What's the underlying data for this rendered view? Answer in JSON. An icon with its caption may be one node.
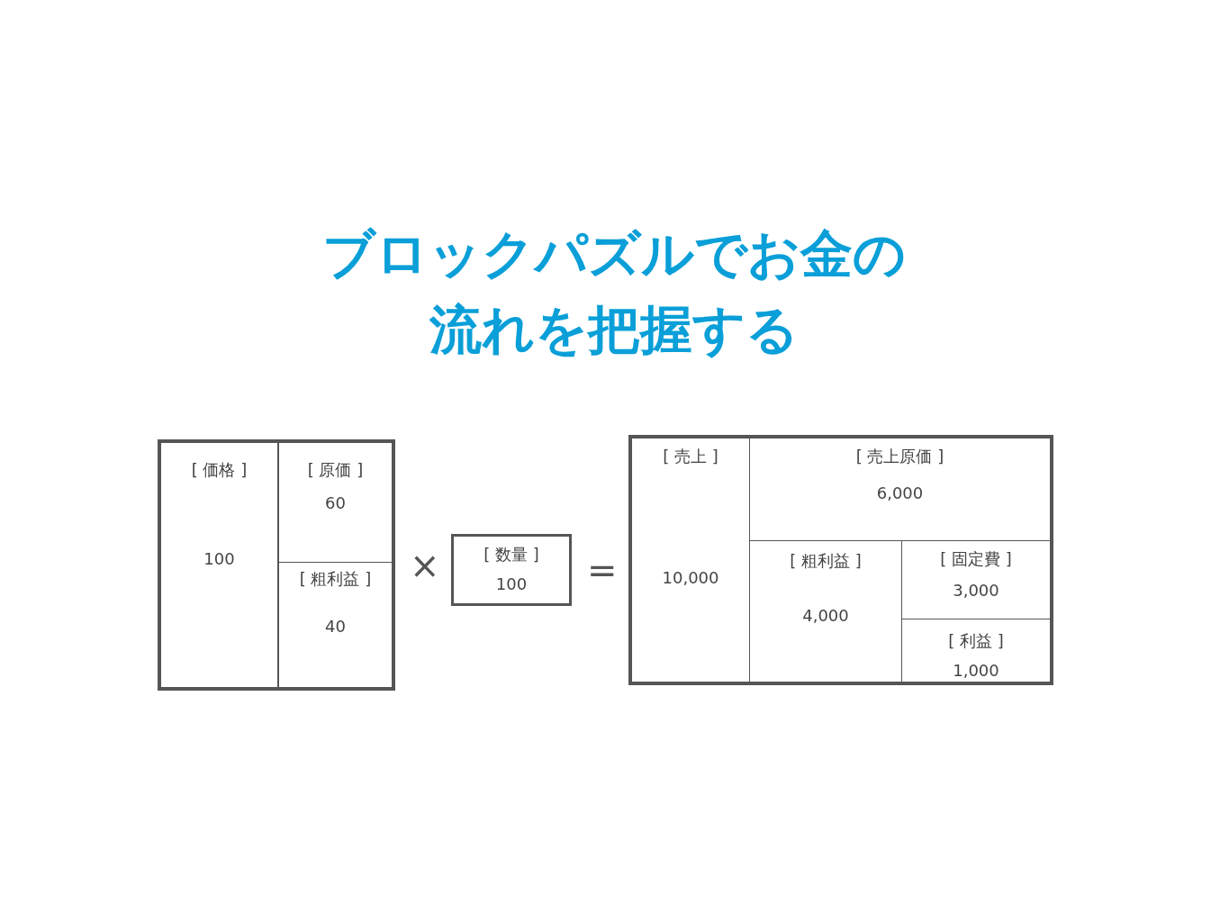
{
  "diagram": {
    "title": "ブロックパズルでお金の流れを把握する",
    "nodes": [
      {
        "text": [
          "[ 価格 ]",
          "100"
        ]
      },
      {
        "text": [
          "[ 原価 ]",
          "60"
        ]
      },
      {
        "text": [
          "[ 粗利益 ]",
          "40"
        ]
      },
      {
        "text": [
          "[ 数量 ]",
          "100"
        ]
      },
      {
        "text": [
          "[ 売上 ]",
          "10,000"
        ]
      },
      {
        "text": [
          "[ 売上原価 ]",
          "6,000"
        ]
      },
      {
        "text": [
          "[ 粗利益 ]",
          "4,000"
        ]
      },
      {
        "text": [
          "[ 固定費 ]",
          "3,000"
        ]
      },
      {
        "text": [
          "[ 利益 ]",
          "1,000"
        ]
      }
    ],
    "edges": [],
    "labels": [
      "×",
      "="
    ]
  }
}
